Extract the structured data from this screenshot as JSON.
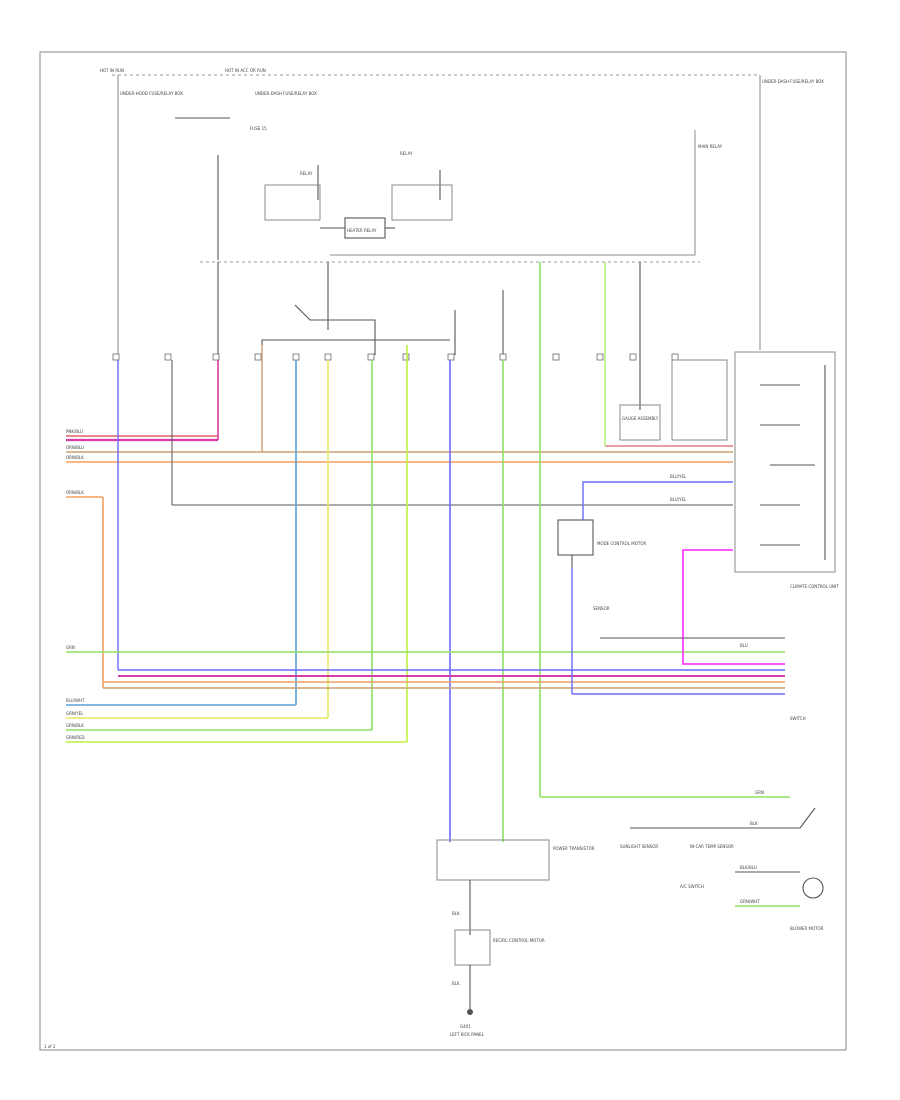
{
  "page_number": "1 of 2",
  "colors": {
    "pink": "#d63ca3",
    "magenta": "#ff40ff",
    "red": "#e06060",
    "orange": "#f0a060",
    "tan": "#c8a070",
    "blue": "#6a6aff",
    "lightblue": "#5aa0d8",
    "yellow": "#e8e860",
    "green": "#8ee060",
    "lightgreen": "#b8f080",
    "yellowgreen": "#c0f040",
    "gray": "#9a9a9a",
    "darkgray": "#555555"
  },
  "labels": {
    "hot_run": "HOT IN RUN",
    "hot_acc": "HOT IN ACC OR RUN",
    "fuse_left": "UNDER-HOOD FUSE/RELAY BOX",
    "fuse_mid": "UNDER-DASH FUSE/RELAY BOX",
    "fuse_right": "UNDER-DASH FUSE/RELAY BOX",
    "fuse_no": "FUSE 15",
    "relay_a": "RELAY",
    "relay_b": "RELAY",
    "heater_relay": "HEATER RELAY",
    "main_relay": "MAIN RELAY",
    "control_unit": "CLIMATE CONTROL UNIT",
    "mode_motor": "MODE CONTROL MOTOR",
    "blower": "BLOWER MOTOR",
    "switch_a": "SWITCH",
    "sensor_a": "SENSOR",
    "sunlight": "SUNLIGHT SENSOR",
    "in_car": "IN-CAR TEMP SENSOR",
    "ground": "G401",
    "ground_desc": "LEFT KICK PANEL",
    "gauge": "GAUGE ASSEMBLY",
    "recirc": "RECIRC CONTROL MOTOR",
    "power_tr": "POWER TRANSISTOR",
    "ac_switch": "A/C SWITCH"
  },
  "wire_labels": {
    "w1": "PNK/BLU",
    "w2": "ORN/BLU",
    "w3": "ORN/BLK",
    "w4": "ORN/BLK",
    "w5": "GRN",
    "w6": "BLU/WHT",
    "w7": "GRN/YEL",
    "w8": "GRN/BLK",
    "w9": "GRN/RED",
    "w10": "BLU/YEL",
    "w11": "BLU/YEL",
    "w12": "BLU",
    "w13": "GRN",
    "w14": "BLK",
    "w15": "BLK/BLU",
    "w16": "GRN/WHT",
    "w17": "BLK",
    "w18": "BLK"
  }
}
